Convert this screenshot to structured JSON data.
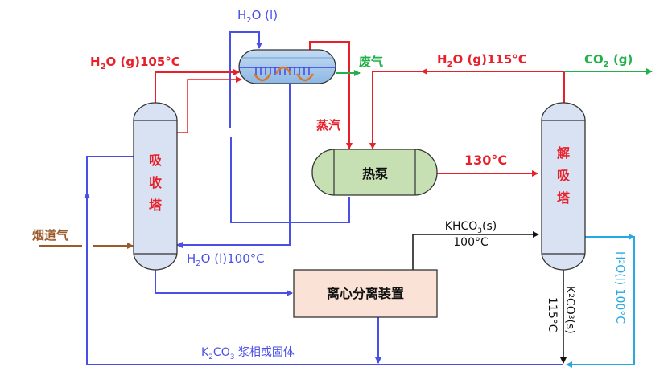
{
  "colors": {
    "red": "#e8202a",
    "blue": "#4a4fe6",
    "green": "#22b04b",
    "brown": "#9b5a2a",
    "cyan": "#27a8e0",
    "black": "#111111",
    "column_fill": "#d9e2f2",
    "heatpump_fill": "#c6e0b4",
    "separator_fill": "#fae3d6",
    "condenser_fill": "#9dc3e6"
  },
  "labels": {
    "h2o_liquid_top": "H2O (l)",
    "h2o_gas_105": "H2O (g)105°C",
    "exhaust_gas": "废气",
    "h2o_gas_115": "H2O (g)115°C",
    "co2_gas": "CO2 (g)",
    "steam": "蒸汽",
    "flue_gas": "烟道气",
    "temp_130": "130°C",
    "khco3_solid": "KHCO3(s)",
    "temp_100": "100°C",
    "h2o_liquid_100_bottom": "H2O (l)100°C",
    "k2co3_slurry": "K2CO3 浆相或固体",
    "k2co3_solid_115": "K2CO3(s)",
    "temp_115": "115°C",
    "h2o_liquid_100_right": "H2O(l) 100°C"
  },
  "equipment": {
    "absorber": "吸收塔",
    "desorber": "解吸塔",
    "heat_pump": "热泵",
    "centrifuge": "离心分离装置"
  }
}
